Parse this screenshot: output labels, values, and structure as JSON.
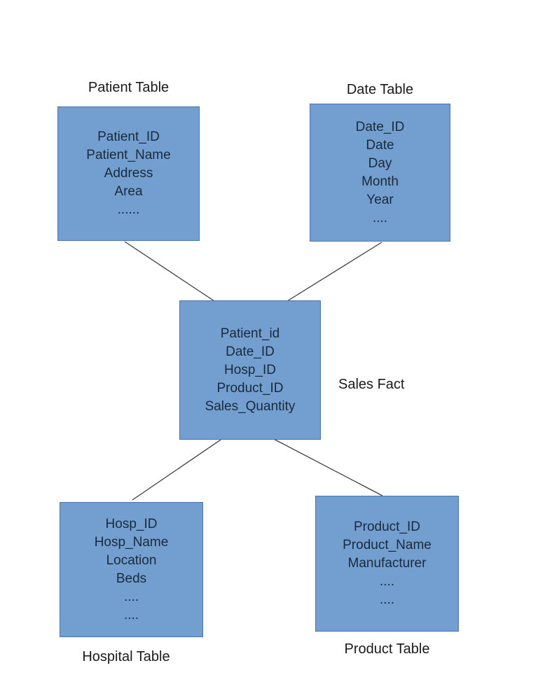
{
  "colors": {
    "box_fill": "#729fcf",
    "box_border": "#4a76ad",
    "field_text": "#1b2a3b",
    "title_text": "#1a1a1a",
    "connector": "#3d3d3d",
    "page_bg": "#ffffff"
  },
  "tables": {
    "patient": {
      "title": "Patient Table",
      "title_position": "above",
      "fields": [
        "Patient_ID",
        "Patient_Name",
        "Address",
        "Area",
        "......"
      ]
    },
    "date": {
      "title": "Date Table",
      "title_position": "above",
      "fields": [
        "Date_ID",
        "Date",
        "Day",
        "Month",
        "Year",
        "...."
      ]
    },
    "sales_fact": {
      "title": "Sales Fact",
      "title_position": "right",
      "fields": [
        "Patient_id",
        "Date_ID",
        "Hosp_ID",
        "Product_ID",
        "Sales_Quantity"
      ]
    },
    "hospital": {
      "title": "Hospital Table",
      "title_position": "below",
      "fields": [
        "Hosp_ID",
        "Hosp_Name",
        "Location",
        "Beds",
        "....",
        "...."
      ]
    },
    "product": {
      "title": "Product Table",
      "title_position": "below",
      "fields": [
        "Product_ID",
        "Product_Name",
        "Manufacturer",
        "....",
        "...."
      ]
    }
  },
  "connections": [
    {
      "from": "patient",
      "to": "sales_fact"
    },
    {
      "from": "date",
      "to": "sales_fact"
    },
    {
      "from": "sales_fact",
      "to": "hospital"
    },
    {
      "from": "sales_fact",
      "to": "product"
    }
  ]
}
